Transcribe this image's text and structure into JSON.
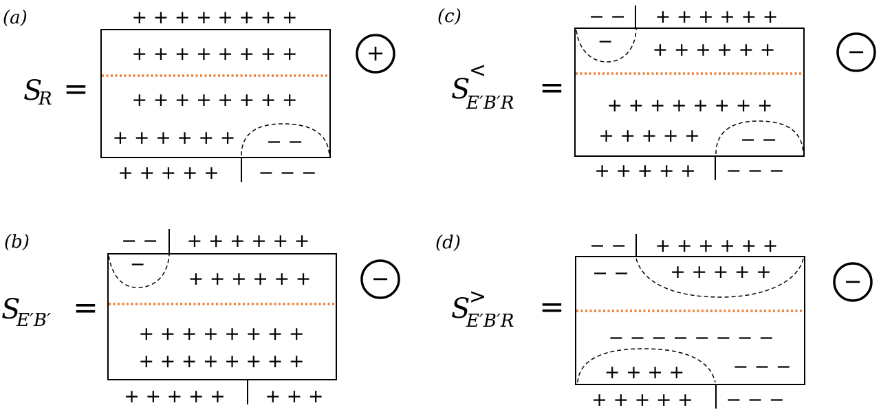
{
  "panels": {
    "a": {
      "label": "(a)",
      "symbol": "S",
      "subscript": "R",
      "superscript": "",
      "equals": "=",
      "overall_sign": "+",
      "top_row": "+ + + + + + + +",
      "inside_rows": [
        "+ + + + + + + +",
        "+ + + + + + + +"
      ],
      "inside_bottom_left": "+ + + + + +",
      "inside_bottom_right": "− −",
      "bottom_left": "+ + + + +",
      "bottom_right": "− − −"
    },
    "b": {
      "label": "(b)",
      "symbol": "S",
      "subscript": "E′B′",
      "superscript": "",
      "equals": "=",
      "overall_sign": "−",
      "top_left": "− −",
      "top_right": "+ + + + + +",
      "inside_top_left": "−",
      "inside_top_right": "+ + + + + +",
      "inside_rows": [
        "+ + + + + + + +",
        "+ + + + + + + +"
      ],
      "bottom_left": "+ + + + +",
      "bottom_right": "+ + +"
    },
    "c": {
      "label": "(c)",
      "symbol": "S",
      "subscript": "E′B′R",
      "superscript": "<",
      "equals": "=",
      "overall_sign": "−",
      "top_left": "− −",
      "top_right": "+ + + + + +",
      "inside_top_left": "−",
      "inside_top_right": "+ + + + + +",
      "inside_rows": [
        "+ + + + + + + +"
      ],
      "inside_bottom_left": "+ + + + +",
      "inside_bottom_right": "− −",
      "bottom_left": "+ + + + +",
      "bottom_right": "− − −"
    },
    "d": {
      "label": "(d)",
      "symbol": "S",
      "subscript": "E′B′R",
      "superscript": ">",
      "equals": "=",
      "overall_sign": "−",
      "top_left": "− −",
      "top_right": "+ + + + + +",
      "inside_top_left": "− −",
      "inside_top_right": "+ + + + +",
      "inside_rows": [
        "− − − − − − − −"
      ],
      "inside_mid_right": "− − −",
      "inside_bottom_left": "+ + + +",
      "bottom_left": "+ + + + +",
      "bottom_right": "− − −"
    }
  }
}
